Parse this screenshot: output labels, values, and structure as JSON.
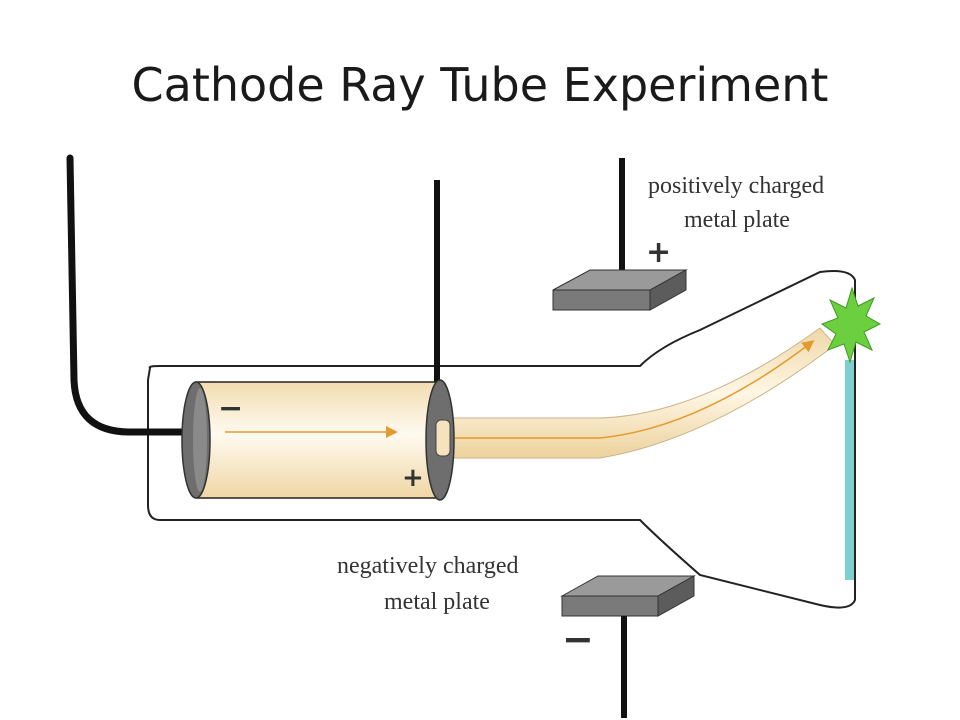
{
  "title": "Cathode Ray Tube Experiment",
  "labels": {
    "positive_plate_line1": "positively charged",
    "positive_plate_line2": "metal plate",
    "negative_plate_line1": "negatively charged",
    "negative_plate_line2": "metal plate"
  },
  "signs": {
    "cathode": "−",
    "anode": "+",
    "top_plate": "+",
    "bottom_plate": "−"
  },
  "colors": {
    "wire": "#111111",
    "plate": "#7a7a7a",
    "electrode": "#6e6e6e",
    "beam": "#f3dfb4",
    "beam_arrow": "#e39a2e",
    "impact": "#6ccf3f",
    "screen": "#7ecfd0"
  }
}
